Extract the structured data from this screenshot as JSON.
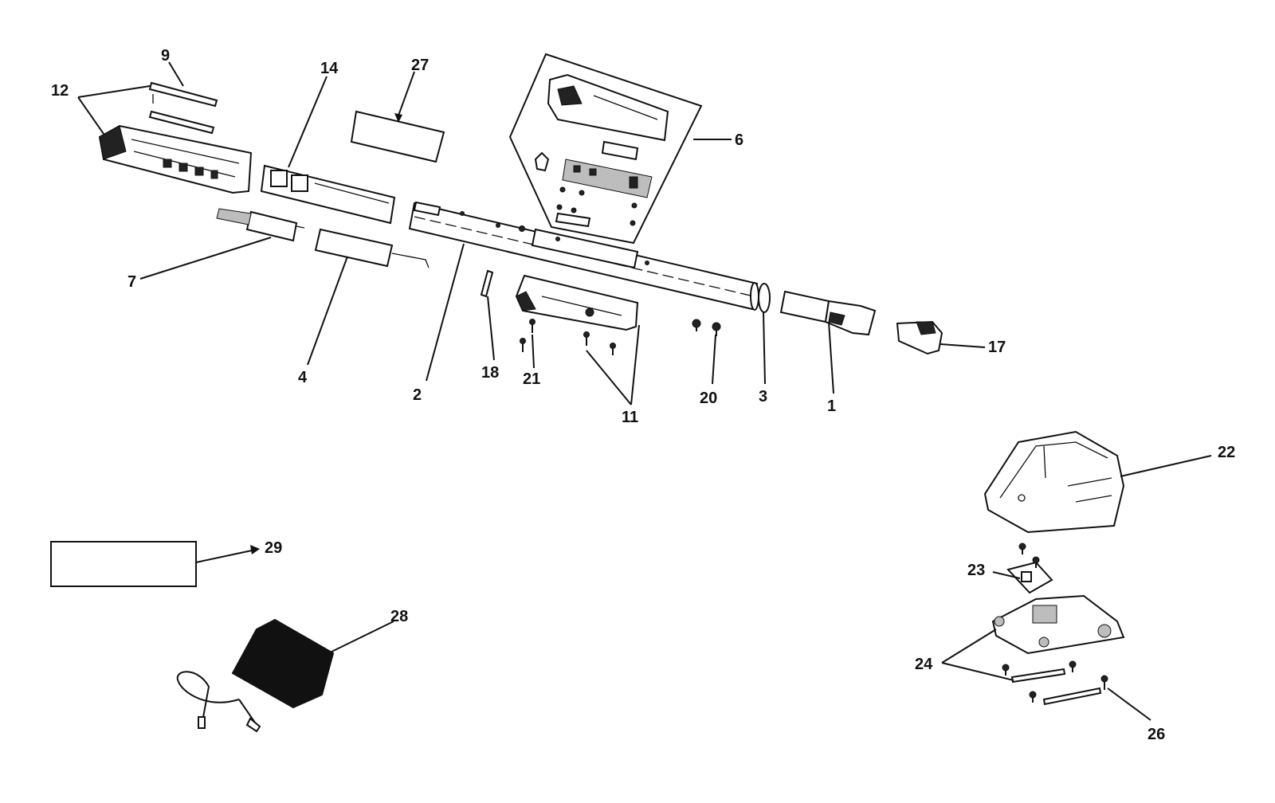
{
  "callouts": {
    "c1": "1",
    "c2": "2",
    "c3": "3",
    "c4": "4",
    "c6": "6",
    "c7": "7",
    "c9": "9",
    "c11": "11",
    "c12": "12",
    "c14": "14",
    "c17": "17",
    "c18": "18",
    "c20": "20",
    "c21": "21",
    "c22": "22",
    "c23": "23",
    "c24": "24",
    "c26": "26",
    "c27": "27",
    "c28": "28",
    "c29": "29"
  }
}
